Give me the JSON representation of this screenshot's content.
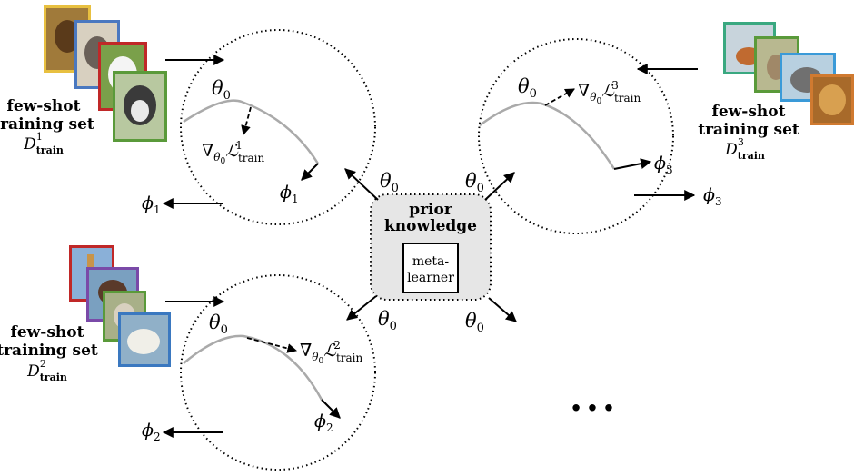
{
  "prior": {
    "title_line1": "prior",
    "title_line2": "knowledge",
    "box_line1": "meta-",
    "box_line2": "learner",
    "fill": "#e6e6e6"
  },
  "theta": "θ",
  "theta_sub": "0",
  "grad_symbol": "∇",
  "loss_symbol": "ℒ",
  "loss_sub": "train",
  "dataset_symbol": "D",
  "dataset_sub": "train",
  "phi": "ϕ",
  "ellipsis": "...",
  "tasks": [
    {
      "label_line1": "few-shot",
      "label_line2": "training set",
      "index": "1",
      "image_names": [
        "german-shepherd",
        "husky",
        "samoyed",
        "malamute"
      ],
      "frame_colors": [
        "#e8c040",
        "#4a78c0",
        "#c02828",
        "#5a9a3a"
      ]
    },
    {
      "label_line1": "few-shot",
      "label_line2": "training set",
      "index": "2",
      "image_names": [
        "giraffe",
        "horse",
        "wolf",
        "polar-bear"
      ],
      "frame_colors": [
        "#c02828",
        "#7a4aa8",
        "#5a9a3a",
        "#3a78c0"
      ]
    },
    {
      "label_line1": "few-shot",
      "label_line2": "training set",
      "index": "3",
      "image_names": [
        "fox",
        "rabbit",
        "elephant",
        "lion"
      ],
      "frame_colors": [
        "#3aa880",
        "#5a9a3a",
        "#3a9ad8",
        "#d07a30"
      ]
    }
  ]
}
